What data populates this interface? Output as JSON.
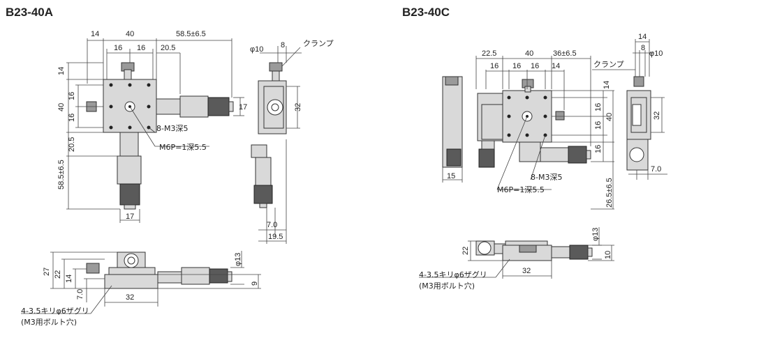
{
  "titles": {
    "a": "B23-40A",
    "c": "B23-40C"
  },
  "a_top": {
    "d14": "14",
    "d40": "40",
    "d58": "58.5±6.5",
    "d16a": "16",
    "d16b": "16",
    "d205": "20.5",
    "l14": "14",
    "l16a": "16",
    "l40": "40",
    "l16b": "16",
    "l205": "20.5",
    "l585": "58.5±6.5",
    "r17": "17",
    "b17": "17",
    "m3": "8-M3深5",
    "m6": "M6P=1深5.5"
  },
  "a_side": {
    "phi10": "φ10",
    "d8": "8",
    "clamp": "クランプ",
    "r32": "32",
    "d70": "7.0",
    "d195": "19.5"
  },
  "a_front": {
    "l27": "27",
    "l22": "22",
    "l14": "14",
    "l70": "7.0",
    "b32": "32",
    "phi13": "φ13",
    "r9": "9",
    "hole1": "4-3.5キリφ6ザグリ",
    "hole2": "(M3用ボルト穴)"
  },
  "c_top": {
    "d225": "22.5",
    "d40": "40",
    "d36": "36±6.5",
    "d16a": "16",
    "d16b": "16",
    "d16c": "16",
    "d14": "14",
    "clamp": "クランプ",
    "r14": "14",
    "r16a": "16",
    "r40": "40",
    "r16b": "16",
    "r16c": "16",
    "r265": "26.5±6.5",
    "b15": "15",
    "m3": "8-M3深5",
    "m6": "M6P=1深5.5"
  },
  "c_side": {
    "d14": "14",
    "d8": "8",
    "phi10": "φ10",
    "r32": "32",
    "d70": "7.0"
  },
  "c_front": {
    "l22": "22",
    "b32": "32",
    "phi13": "φ13",
    "r10": "10",
    "hole1": "4-3.5キリφ6ザグリ",
    "hole2": "(M3用ボルト穴)"
  }
}
